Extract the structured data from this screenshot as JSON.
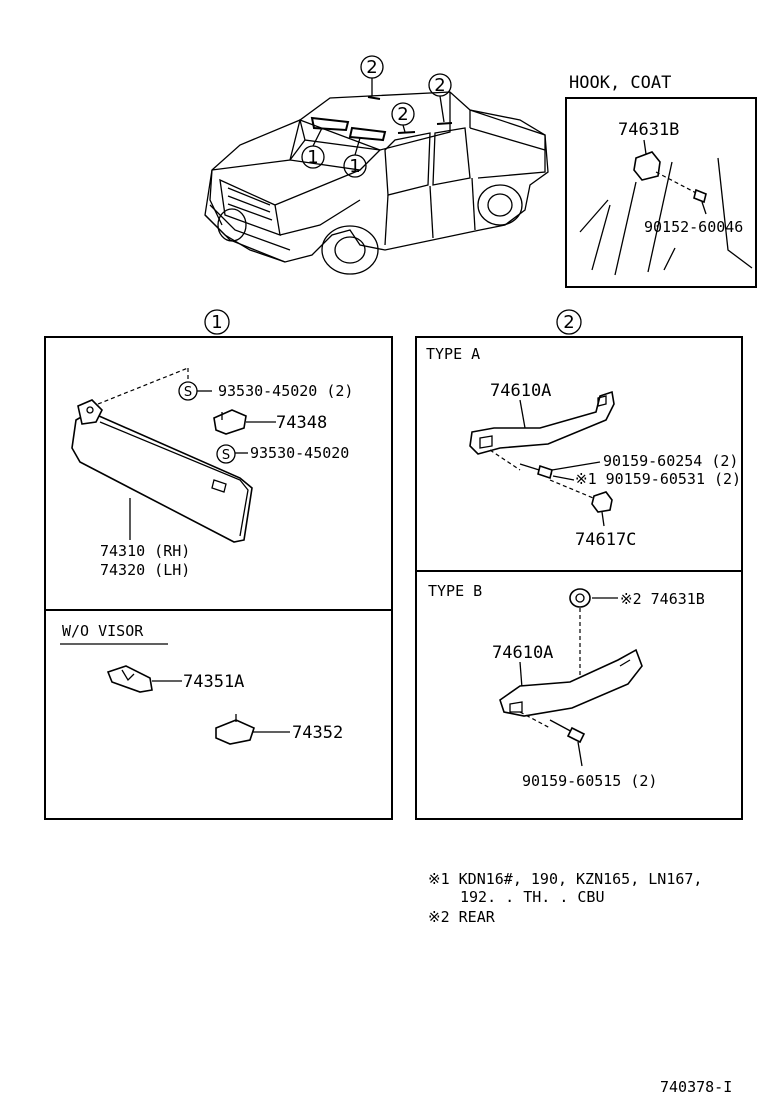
{
  "hook_coat": {
    "title": "HOOK, COAT",
    "part_bracket": "74631B",
    "part_screw": "90152-60046"
  },
  "vehicle_callouts": [
    "2",
    "2",
    "2",
    "1",
    "1"
  ],
  "section1": {
    "number": "1",
    "clip1": "93530-45020 (2)",
    "holder": "74348",
    "clip2": "93530-45020",
    "visor_rh": "74310 (RH)",
    "visor_lh": "74320 (LH)",
    "s_mark": "S"
  },
  "wo_visor": {
    "title": "W/O VISOR",
    "part_a": "74351A",
    "part_b": "74352"
  },
  "section2": {
    "number": "2",
    "type_a": {
      "title": "TYPE A",
      "grip": "74610A",
      "screw1": "90159-60254 (2)",
      "screw2": "※1 90159-60531 (2)",
      "nut": "74617C"
    },
    "type_b": {
      "title": "TYPE B",
      "hook": "※2 74631B",
      "grip": "74610A",
      "screw": "90159-60515 (2)"
    }
  },
  "notes": {
    "note1_line1": "※1  KDN16#, 190, KZN165, LN167,",
    "note1_line2": "192. . TH. . CBU",
    "note2": "※2  REAR"
  },
  "diagram_id": "740378-I"
}
